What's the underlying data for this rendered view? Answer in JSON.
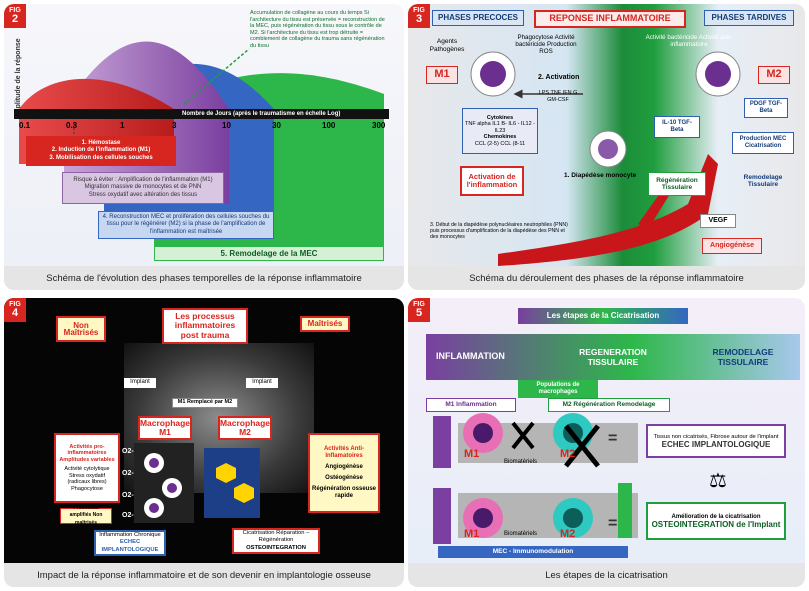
{
  "fig2": {
    "tag": "FIG",
    "num": "2",
    "ylabel": "Amplitude de la réponse",
    "xlabel": "Nombre de Jours (après le traumatisme en échelle Log)",
    "ticks": [
      "0.1",
      "0.3",
      "1",
      "3",
      "10",
      "30",
      "100",
      "300"
    ],
    "note": "Accumulation de collagène au cours du temps Si l'architecture du tissu est préservée = reconstruction de la MEC, puis régénération du tissu sous le contrôle de M2. Si l'architecture du tissu est trop détruite = comblement de collagène du trauma sans régénération du tissu",
    "phase_red": [
      "1. Hémostase",
      "2. Induction de l'inflammation (M1)",
      "3. Mobilisation des cellules souches"
    ],
    "risk": [
      "Risque à éviter : Amplification de l'inflammation (M1)",
      "Migration massive de monocytes et de PNN",
      "Stress oxydatif avec altération des tissus"
    ],
    "phase_blue": "4. Reconstruction MEC et prolifération des cellules souches du tissu pour le régénérer (M2) si la phase de l'amplification de l'inflammation est maîtrisée",
    "phase_green": "5. Remodelage de la MEC",
    "caption": "Schéma de l'évolution des phases temporelles de la réponse inflammatoire"
  },
  "fig3": {
    "tag": "FIG",
    "num": "3",
    "precoces": "PHASES PRECOCES",
    "reponse": "REPONSE INFLAMMATOIRE",
    "tardives": "PHASES TARDIVES",
    "agents": "Agents Pathogènes",
    "phago": "Phagocytose Activité bactéricide Production ROS",
    "activ_bact": "Activité bactéricide Activité anti-inflammatoire",
    "m1": "M1",
    "m2": "M2",
    "activation": "2. Activation",
    "lps": "LPS TNF IFN G GM-CSF",
    "cytokines_title": "Cytokines",
    "cytokines": "TNF alpha IL1 B- IL6 - IL12 - IL23",
    "chemokines_title": "Chemokines",
    "chemokines": "CCL (2-5) CCL (8-11",
    "activ_inflam": "Activation de l'inflammation",
    "diapedese": "1. Diapédèse monocyte",
    "debut": "3. Début de la diapédèse polynucléaires neutrophiles (PNN) puis processus d'amplification de la diapédèse des PNN et des monocytes",
    "il10": "IL-10 TGF-Beta",
    "pdgf": "PDGF TGF-Beta",
    "regen": "Régénération Tissulaire",
    "prod_mec": "Production MEC Cicatrisation",
    "remod": "Remodelage Tissulaire",
    "vegf": "VEGF",
    "angio": "Angiogénèse",
    "caption": "Schéma du déroulement des phases de la réponse inflammatoire"
  },
  "fig4": {
    "tag": "FIG",
    "num": "4",
    "non_maitrises": "Non Maîtrisés",
    "maitrises": "Maîtrisés",
    "processus": "Les processus inflammatoires post trauma",
    "implant": "Implant",
    "m1_remplace": "M1 Remplacé par M2",
    "macro_m1": "Macrophage M1",
    "macro_m2": "Macrophage M2",
    "activ_pro_title": "Activités pro-inflammatoires Amplitudes variables",
    "activ_pro": "Activité cytolytique Stress oxydatif (radicaux libres) Phagocytose",
    "proc_ampl": "Processus amplifiés Non maîtrisés",
    "inflam_chron": "Inflammation Chronique",
    "echec": "ECHEC IMPLANTOLOGIQUE",
    "activ_anti_title": "Activités Anti-Inflamatoires",
    "anti": [
      "Angiogénèse",
      "Ostéogénèse",
      "Régénération osseuse rapide"
    ],
    "cicat": "Cicatrisation Réparation – Régénération",
    "osteo": "OSTEOINTEGRATION",
    "o2": "O2-",
    "caption": "Impact de la réponse inflammatoire et de son devenir en implantologie osseuse"
  },
  "fig5": {
    "tag": "FIG",
    "num": "5",
    "title": "Les étapes de la Cicatrisation",
    "inflammation": "INFLAMMATION",
    "regeneration": "REGENERATION TISSULAIRE",
    "remodelage": "REMODELAGE TISSULAIRE",
    "populations": "Populations de macrophages",
    "m1_inflam": "M1 Inflammation",
    "m2_regen": "M2 Régénération Remodelage",
    "m1": "M1",
    "m2": "M2",
    "biomat": "Biomatériels",
    "tissus": "Tissus non cicatrisés, Fibrose autour de l'implant",
    "echec": "ECHEC IMPLANTOLOGIQUE",
    "amelio": "Amélioration de la cicatrisation",
    "osteo": "OSTEOINTEGRATION de l'Implant",
    "mec_immuno": "MEC - Immunomodulation",
    "caption": "Les étapes de la cicatrisation"
  },
  "colors": {
    "red": "#d6261f",
    "green": "#1f9e3e",
    "blue": "#2e5fb0",
    "purple": "#6a2f8f"
  }
}
